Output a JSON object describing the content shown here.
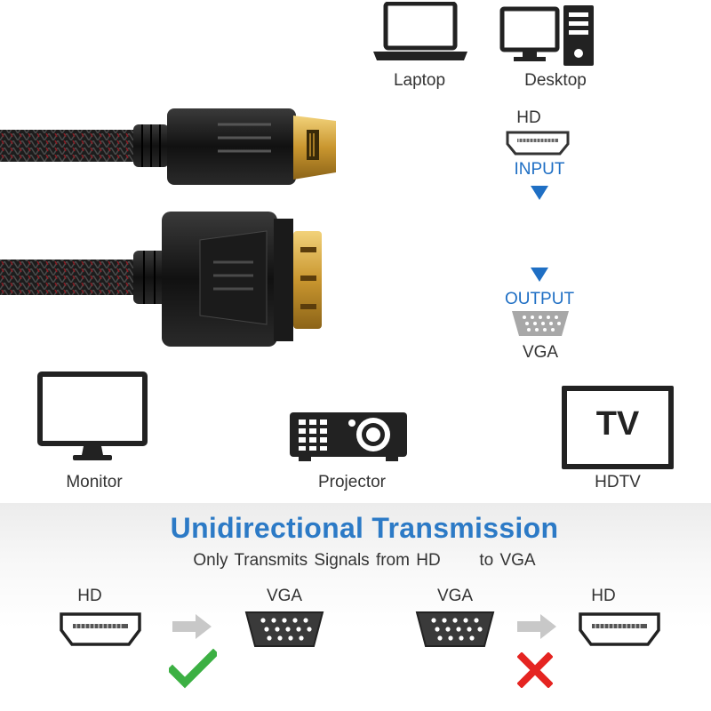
{
  "devices": {
    "laptop": "Laptop",
    "desktop": "Desktop",
    "monitor": "Monitor",
    "projector": "Projector",
    "hdtv": "HDTV",
    "tv_screen_text": "TV"
  },
  "signal": {
    "input_port": "HD",
    "input_label": "INPUT",
    "output_label": "OUTPUT",
    "output_port": "VGA"
  },
  "transmission": {
    "title": "Unidirectional Transmission",
    "subtitle": "Only Transmits Signals from HD      to VGA",
    "valid": {
      "from": "HD",
      "to": "VGA",
      "status": "check-icon"
    },
    "invalid": {
      "from": "VGA",
      "to": "HD",
      "status": "cross-icon"
    }
  },
  "colors": {
    "accent_blue": "#1f6fc4",
    "title_blue": "#2c7ac6",
    "check_green": "#3cb043",
    "cross_red": "#e52421"
  }
}
